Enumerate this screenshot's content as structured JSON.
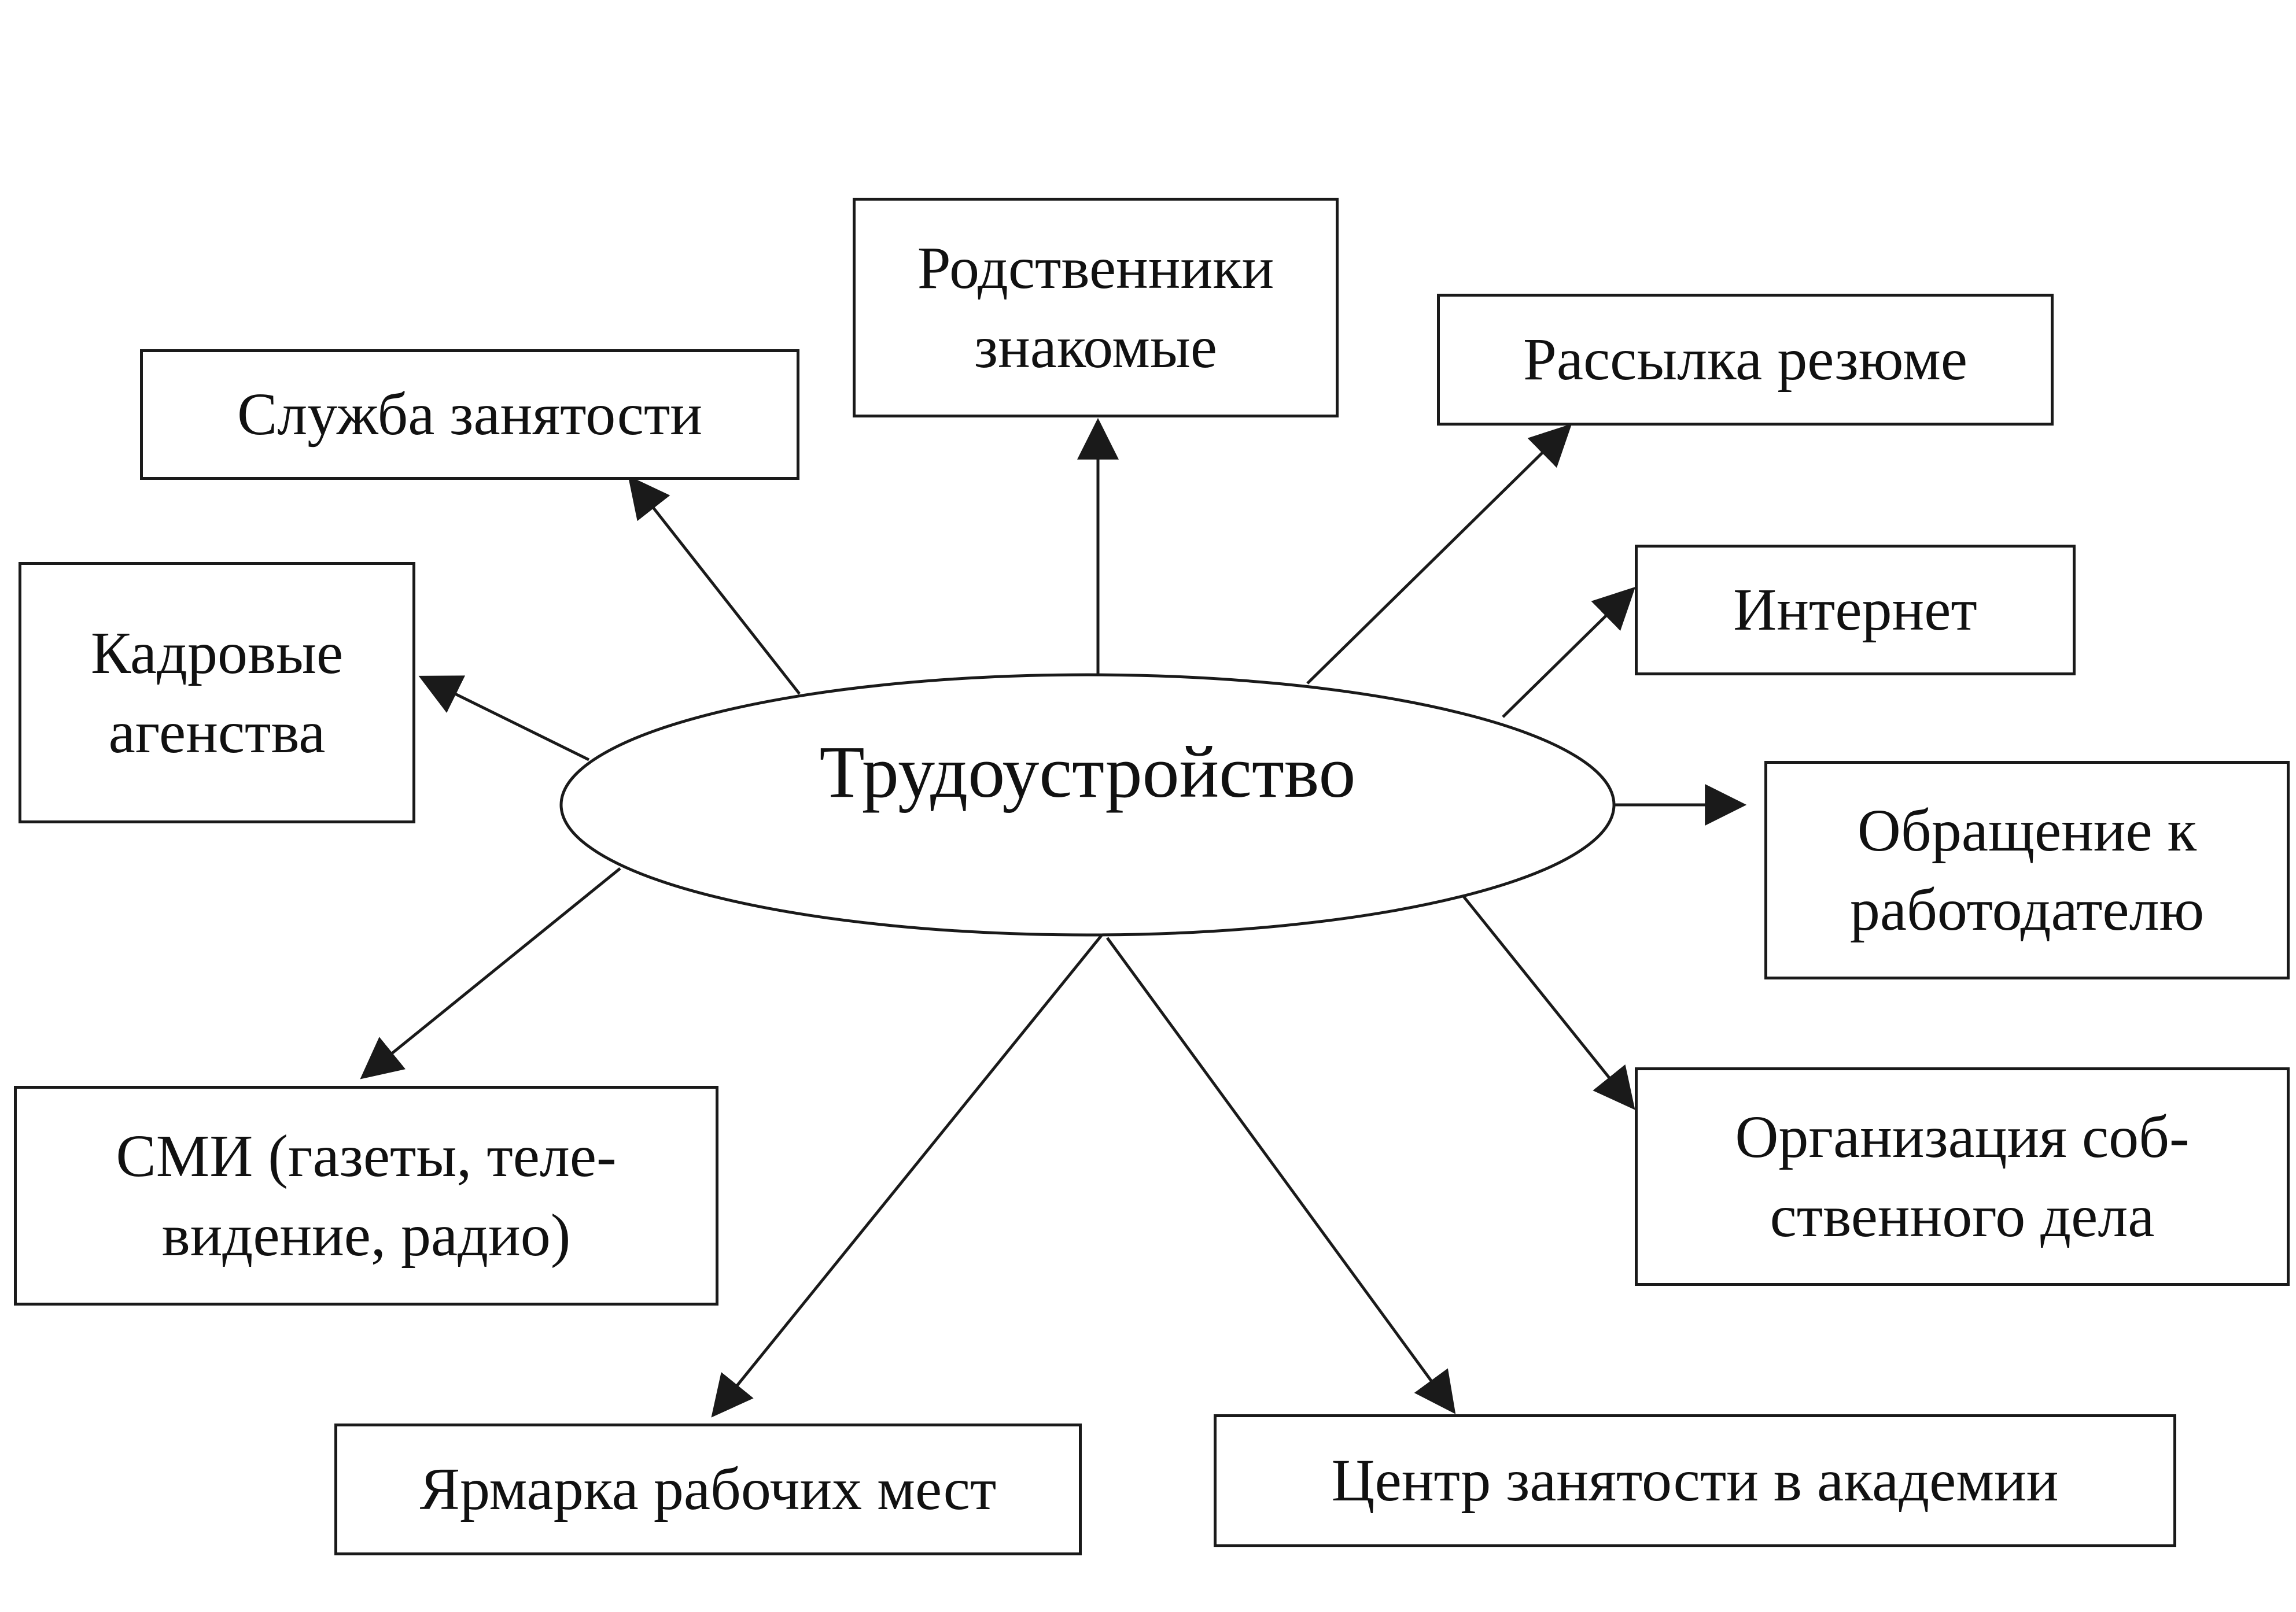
{
  "center": {
    "label": "Трудоустройство"
  },
  "nodes": [
    {
      "id": "relatives",
      "lines": [
        "Родственники",
        "знакомые"
      ]
    },
    {
      "id": "employment-service",
      "lines": [
        "Служба занятости"
      ]
    },
    {
      "id": "resume-mailing",
      "lines": [
        "Рассылка резюме"
      ]
    },
    {
      "id": "internet",
      "lines": [
        "Интернет"
      ]
    },
    {
      "id": "recruiting-agencies",
      "lines": [
        "Кадровые",
        "агенства"
      ]
    },
    {
      "id": "employer-appeal",
      "lines": [
        "Обращение к",
        "работодателю"
      ]
    },
    {
      "id": "own-business",
      "lines": [
        "Организация соб-",
        "ственного дела"
      ]
    },
    {
      "id": "mass-media",
      "lines": [
        "СМИ (газеты, теле-",
        "видение, радио)"
      ]
    },
    {
      "id": "job-fair",
      "lines": [
        "Ярмарка рабочих мест"
      ]
    },
    {
      "id": "academy-center",
      "lines": [
        "Центр занятости в академии"
      ]
    }
  ],
  "style": {
    "line_color": "#1a1a1a",
    "background": "#ffffff"
  }
}
